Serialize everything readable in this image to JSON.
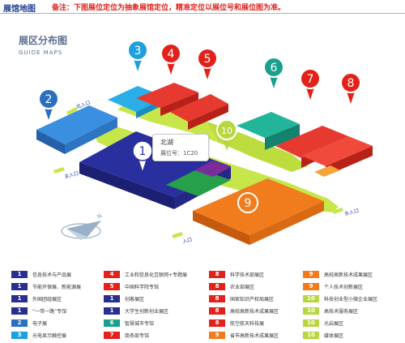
{
  "header": {
    "title": "展馆地图",
    "note": "备注：下图展位定位为抽象展馆定位，精准定位以展位号和展位图为准。"
  },
  "map": {
    "title_cn": "展区分布图",
    "title_en": "GUIDE MAPS",
    "entrance_label": "入口",
    "entrance_label_main": "主入口",
    "entrance_label_north": "北入口",
    "entrance_label_east": "东入口",
    "tooltip": {
      "name": "北湖",
      "booth": "展位号：1C20"
    },
    "pins": [
      {
        "label": "1",
        "color": "#ffffff"
      },
      {
        "label": "2",
        "color": "#2b6fc0"
      },
      {
        "label": "3",
        "color": "#1fa0de"
      },
      {
        "label": "4",
        "color": "#e3211b"
      },
      {
        "label": "5",
        "color": "#e3211b"
      },
      {
        "label": "6",
        "color": "#1aa08c"
      },
      {
        "label": "7",
        "color": "#e3211b"
      },
      {
        "label": "8",
        "color": "#e3211b"
      },
      {
        "label": "9",
        "color": "#f07c1e"
      },
      {
        "label": "10",
        "color": "#b8d641"
      }
    ]
  },
  "legend": [
    {
      "num": "1",
      "label": "信息技术与产品展",
      "color": "#2a2f8f"
    },
    {
      "num": "1",
      "label": "节能环保展、新能源展",
      "color": "#2a2f8f"
    },
    {
      "num": "1",
      "label": "外国团组展区",
      "color": "#2a2f8f"
    },
    {
      "num": "1",
      "label": "“一带一路”专馆",
      "color": "#2a2f8f"
    },
    {
      "num": "2",
      "label": "电子展",
      "color": "#2b6fc0"
    },
    {
      "num": "3",
      "label": "光电显示触控展",
      "color": "#1fa0de"
    },
    {
      "num": "4",
      "label": "工业和信息化互联网+专题展",
      "color": "#e3211b"
    },
    {
      "num": "5",
      "label": "中国科学院专馆",
      "color": "#e3211b"
    },
    {
      "num": "1",
      "label": "创客展区",
      "color": "#2a2f8f"
    },
    {
      "num": "1",
      "label": "大学生创新创业展区",
      "color": "#2a2f8f"
    },
    {
      "num": "6",
      "label": "智慧城市专馆",
      "color": "#1aa08c"
    },
    {
      "num": "7",
      "label": "商务部专馆",
      "color": "#e3211b"
    },
    {
      "num": "8",
      "label": "科学技术部展区",
      "color": "#e3211b"
    },
    {
      "num": "8",
      "label": "农业部展区",
      "color": "#e3211b"
    },
    {
      "num": "8",
      "label": "国家知识产权局展区",
      "color": "#e3211b"
    },
    {
      "num": "8",
      "label": "高校高新技术成果展区",
      "color": "#e3211b"
    },
    {
      "num": "8",
      "label": "航空航天科技展",
      "color": "#e3211b"
    },
    {
      "num": "9",
      "label": "省市高新技术成果展区",
      "color": "#f07c1e"
    },
    {
      "num": "9",
      "label": "高校高新技术成果展区",
      "color": "#f07c1e"
    },
    {
      "num": "9",
      "label": "个人技术创新展区",
      "color": "#f07c1e"
    },
    {
      "num": "10",
      "label": "科技创业型小微企业展区",
      "color": "#b8d641"
    },
    {
      "num": "10",
      "label": "高技术服务展区",
      "color": "#b8d641"
    },
    {
      "num": "10",
      "label": "光启展区",
      "color": "#b8d641"
    },
    {
      "num": "10",
      "label": "媒体展区",
      "color": "#b8d641"
    }
  ]
}
